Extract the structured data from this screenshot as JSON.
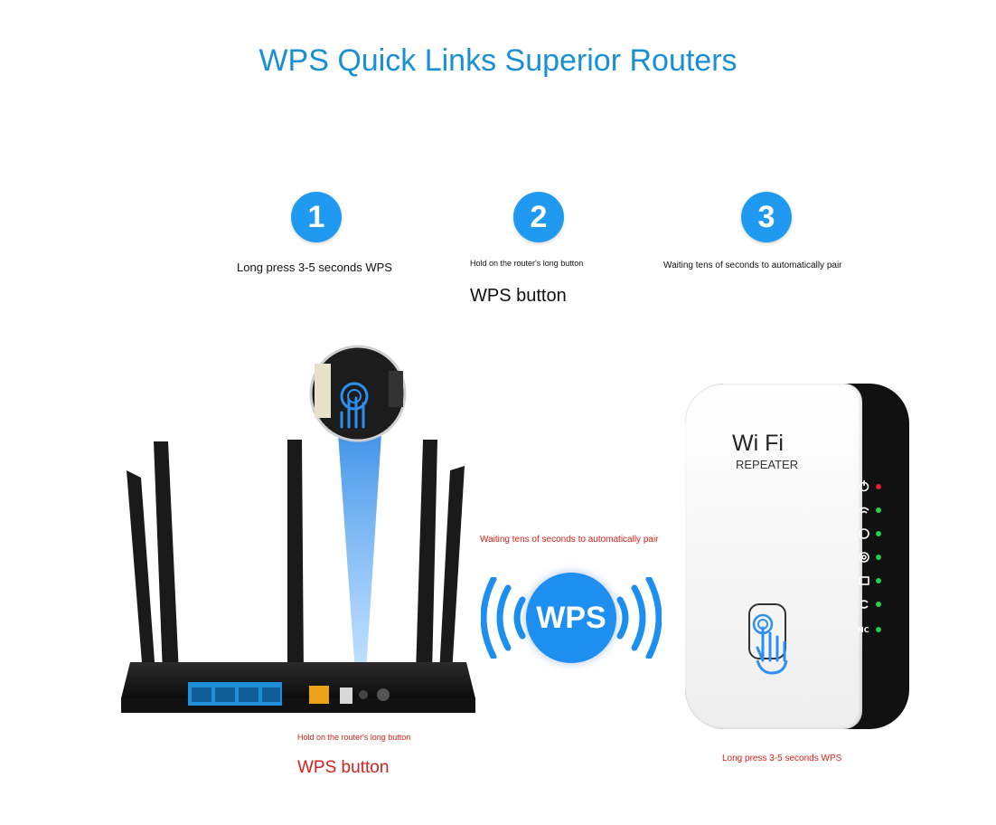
{
  "title": "WPS Quick Links Superior Routers",
  "steps": [
    {
      "number": "1",
      "caption": "Long press 3-5 seconds WPS"
    },
    {
      "number": "2",
      "caption": "Hold on the router's long button",
      "caption2": "WPS button"
    },
    {
      "number": "3",
      "caption": "Waiting tens of seconds to automatically pair"
    }
  ],
  "middle": {
    "pair_caption": "Waiting tens of seconds to automatically pair",
    "wps_label": "WPS"
  },
  "router": {
    "caption": "Hold on the router's long button",
    "button_label": "WPS button"
  },
  "repeater": {
    "brand": "Wi Fi",
    "model": "REPEATER",
    "caption": "Long press 3-5 seconds WPS",
    "nc_label": "NC"
  },
  "colors": {
    "accent": "#1f9af0",
    "title": "#1a8fd6",
    "caption_red": "#d4211a",
    "led_green": "#27d04a",
    "led_red": "#e0202a"
  }
}
